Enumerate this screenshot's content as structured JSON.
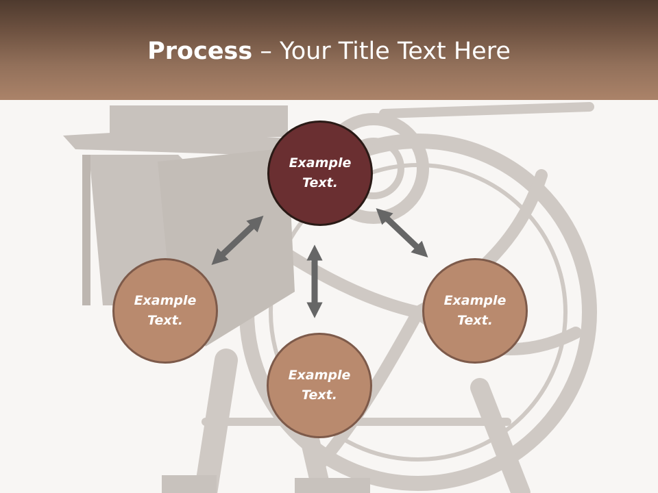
{
  "slide": {
    "title_bold": "Process",
    "title_rest": " – Your Title Text Here"
  },
  "colors": {
    "header_top": "#4e3a2e",
    "header_bottom": "#ab8369",
    "center_node": "#6a2f31",
    "satellite_node": "#b98a6e",
    "arrow": "#666666"
  },
  "diagram": {
    "center": {
      "line1": "Example",
      "line2": "Text."
    },
    "left": {
      "line1": "Example",
      "line2": "Text."
    },
    "bottom": {
      "line1": "Example",
      "line2": "Text."
    },
    "right": {
      "line1": "Example",
      "line2": "Text."
    }
  },
  "background_image": "printing-press-icon"
}
